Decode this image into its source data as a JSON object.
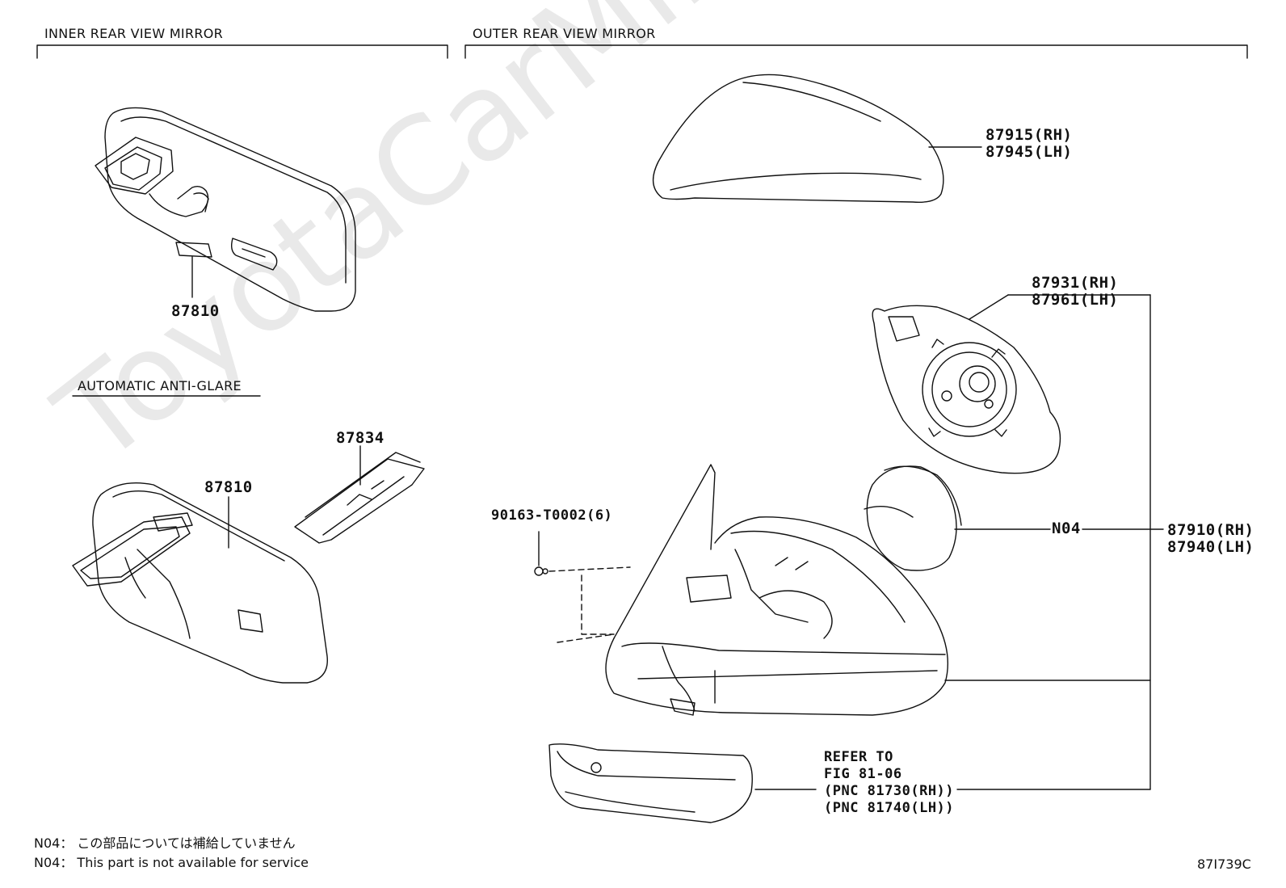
{
  "sections": {
    "inner": "INNER REAR VIEW MIRROR",
    "outer": "OUTER REAR VIEW MIRROR",
    "auto": "AUTOMATIC ANTI-GLARE"
  },
  "parts": {
    "p87810_top": "87810",
    "p87810_auto": "87810",
    "p87834": "87834",
    "cover_rh": "87915(RH)",
    "cover_lh": "87945(LH)",
    "glass_rh": "87931(RH)",
    "glass_lh": "87961(LH)",
    "assy_rh": "87910(RH)",
    "assy_lh": "87940(LH)",
    "screw": "90163-T0002(6)",
    "n04": "N04"
  },
  "refer": {
    "line1": "REFER TO",
    "line2": "FIG 81-06",
    "line3": "(PNC 81730(RH))",
    "line4": "(PNC 81740(LH))"
  },
  "notes": {
    "jp": "N04： この部品については補給していません",
    "en": "N04： This part is not available for service"
  },
  "figure_id": "87I739C",
  "watermark": "ToyotaCarMine.ru"
}
